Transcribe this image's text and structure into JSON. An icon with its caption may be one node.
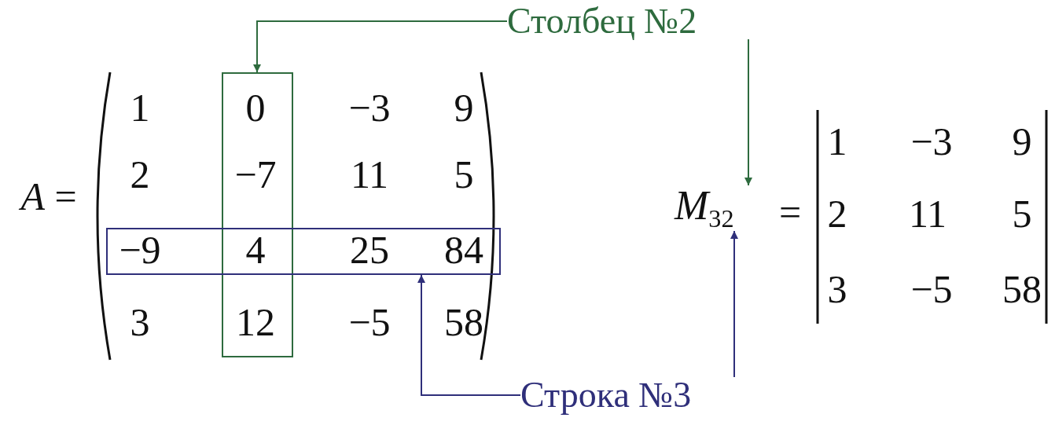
{
  "diagram": {
    "nodes": [
      {
        "text": [
          "Столбец №2"
        ]
      },
      {
        "text": [],
        "shape": "box"
      },
      {
        "text": [
          "*M*$_{32}$"
        ]
      },
      {
        "text": [],
        "shape": "box"
      },
      {
        "text": [
          "Строка №3"
        ]
      }
    ],
    "edges": [
      {
        "from": 0,
        "to": 1,
        "arrow": "to",
        "color": "#2e6b3e"
      },
      {
        "from": 0,
        "to": 2,
        "arrow": "to",
        "color": "#2e6b3e"
      },
      {
        "from": 4,
        "to": 3,
        "arrow": "to",
        "color": "#2f2f7a"
      },
      {
        "from": 4,
        "to": 2,
        "arrow": "to",
        "color": "#2f2f7a"
      }
    ],
    "labels": [
      "*A* =",
      "1",
      "0",
      "−3",
      "9",
      "2",
      "−7",
      "11",
      "5",
      "−9",
      "4",
      "25",
      "84",
      "3",
      "12",
      "−5",
      "58",
      "=",
      "1",
      "−3",
      "9",
      "2",
      "11",
      "5",
      "3",
      "−5",
      "58"
    ]
  }
}
